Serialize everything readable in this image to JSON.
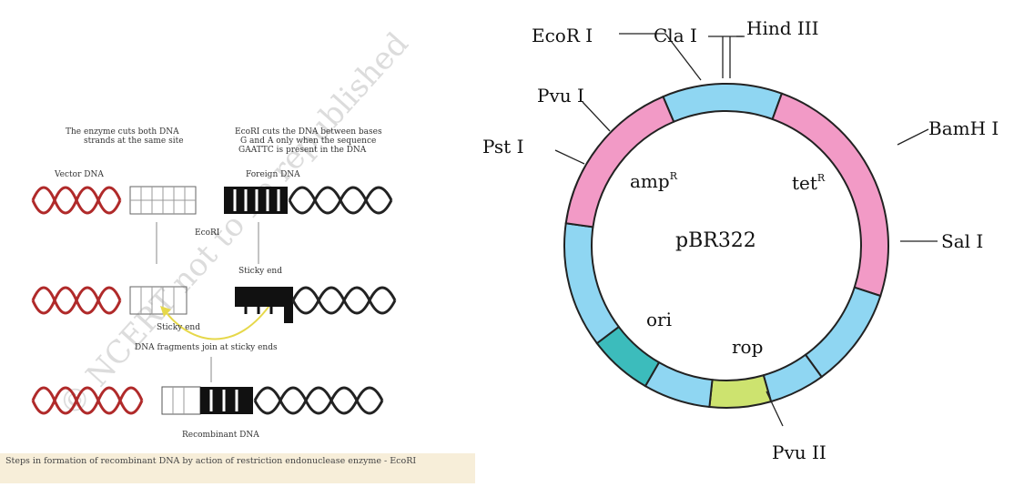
{
  "left": {
    "note_left": [
      "The enzyme cuts both DNA",
      "strands at the same site"
    ],
    "note_right": [
      "EcoRI cuts the DNA between bases",
      "G and A only when the sequence",
      "GAATTC is present in the DNA"
    ],
    "vector_label": "Vector DNA",
    "foreign_label": "Foreign DNA",
    "enzyme_label": "EcoRI",
    "sticky_end_right": "Sticky end",
    "sticky_end_left": "Sticky end",
    "join_label": "DNA fragments join at sticky ends",
    "recombinant_label": "Recombinant DNA",
    "caption": "Steps in formation of recombinant DNA by action of restriction endonuclease enzyme - EcoRI",
    "watermark": "© NCERT not to be republished"
  },
  "plasmid": {
    "name": "pBR322",
    "sites": {
      "ecori": "EcoR I",
      "clai": "Cla I",
      "hindiii": "Hind III",
      "pvui": "Pvu I",
      "psti": "Pst I",
      "bamhi": "BamH I",
      "sali": "Sal I",
      "pvuii": "Pvu II"
    },
    "genes": {
      "amp": "amp",
      "amp_sup": "R",
      "tet": "tet",
      "tet_sup": "R",
      "ori": "ori",
      "rop": "rop"
    },
    "colors": {
      "pink": "#f29ac6",
      "blue": "#8fd6f2",
      "teal": "#3cbcbc",
      "green": "#cde36f",
      "outline": "#222222"
    }
  }
}
